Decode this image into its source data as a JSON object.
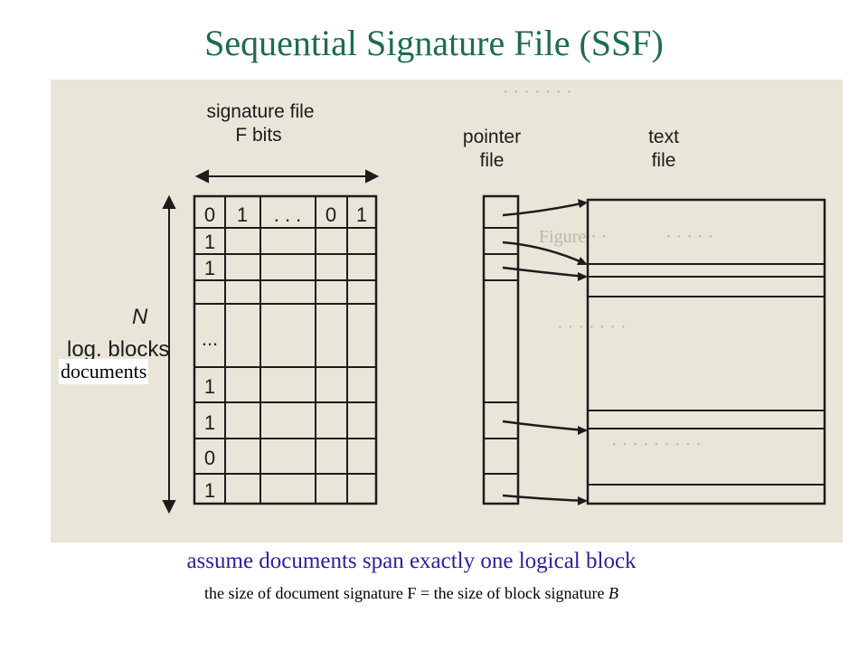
{
  "title": "Sequential Signature File (SSF)",
  "figure": {
    "signature_file_label": [
      "signature file",
      "F bits"
    ],
    "pointer_file_label": [
      "pointer",
      "file"
    ],
    "text_file_label": [
      "text",
      "file"
    ],
    "n_label": [
      "N",
      "log. blocks"
    ],
    "top_row": [
      "0",
      "1",
      ". . .",
      "0",
      "1"
    ],
    "first_col": [
      "0",
      "1",
      "1",
      "...",
      "1",
      "1",
      "0",
      "1"
    ],
    "documents_label": "documents"
  },
  "captions": {
    "main": "assume documents span exactly one logical block",
    "sub_prefix": "the size of document signature F = the size of block signature ",
    "sub_var": "B"
  }
}
